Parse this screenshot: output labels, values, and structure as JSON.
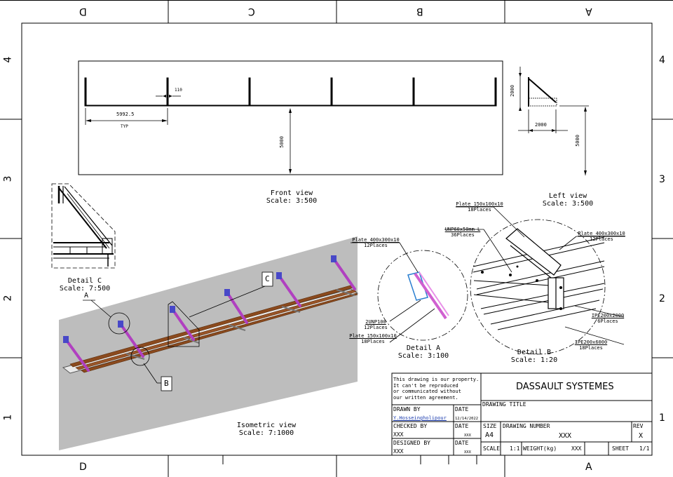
{
  "zones": {
    "columns": [
      "D",
      "C",
      "B",
      "A"
    ],
    "rows": [
      "4",
      "3",
      "2",
      "1"
    ]
  },
  "front_view": {
    "title": "Front view",
    "scale": "Scale:  3:500",
    "dim_spacing": "5992.5",
    "dim_typ": "TYP",
    "dim_110": "110",
    "dim_height": "5000"
  },
  "left_view": {
    "title": "Left view",
    "scale": "Scale:  3:500",
    "dim_2000_v": "2000",
    "dim_2000_h": "2000",
    "dim_5000": "5000"
  },
  "detail_c": {
    "title": "Detail C",
    "scale": "Scale:  7:500"
  },
  "detail_a": {
    "title": "Detail A",
    "scale": "Scale:  3:100",
    "label_plate400": "Plate 400x300x10",
    "label_plate400_qty": "12Places",
    "label_unp": "2UNP100",
    "label_unp_qty": "12Places",
    "label_plate150": "Plate 150x100x10",
    "label_plate150_qty": "18Places"
  },
  "detail_b": {
    "title": "Detail B",
    "scale": "Scale:  1:20",
    "label_plate150": "Plate 150x100x10",
    "label_plate150_qty": "18Places",
    "label_unp60": "UNP60x50mm L",
    "label_unp60_qty": "36Places",
    "label_plate400": "Plate 400x300x10",
    "label_plate400_qty": "12Places",
    "label_ipe2000": "IPE200x2000",
    "label_ipe2000_qty": "6Places",
    "label_ipe6000": "IPE200x6000",
    "label_ipe6000_qty": "18Places"
  },
  "isometric": {
    "title": "Isometric view",
    "scale": "Scale:  7:1000",
    "callout_a": "A",
    "callout_b": "B",
    "callout_c": "C"
  },
  "title_block": {
    "property_note": [
      "This drawing is our property.",
      "It can't be reproduced",
      "or communicated without",
      "our written agreement."
    ],
    "company": "DASSAULT SYSTEMES",
    "drawing_title_label": "DRAWING TITLE",
    "drawn_by_label": "DRAWN BY",
    "drawn_by": "Y.Hosseingholipour",
    "date_label": "DATE",
    "drawn_date": "12/14/2022",
    "checked_by_label": "CHECKED BY",
    "checked_by": "XXX",
    "checked_date": "XXX",
    "designed_by_label": "DESIGNED BY",
    "designed_by": "XXX",
    "designed_date": "XXX",
    "size_label": "SIZE",
    "size": "A4",
    "drawing_number_label": "DRAWING NUMBER",
    "drawing_number": "XXX",
    "rev_label": "REV",
    "rev": "X",
    "scale_label": "SCALE",
    "scale": "1:1",
    "weight_label": "WEIGHT(kg)",
    "weight": "XXX",
    "sheet_label": "SHEET",
    "sheet": "1/1"
  },
  "colors": {
    "beam_wood": "#8B4A1E",
    "brace_purple": "#B040C0",
    "plate_blue": "#4848C8",
    "wall_gray": "#BDBDBD",
    "line": "#000000"
  }
}
